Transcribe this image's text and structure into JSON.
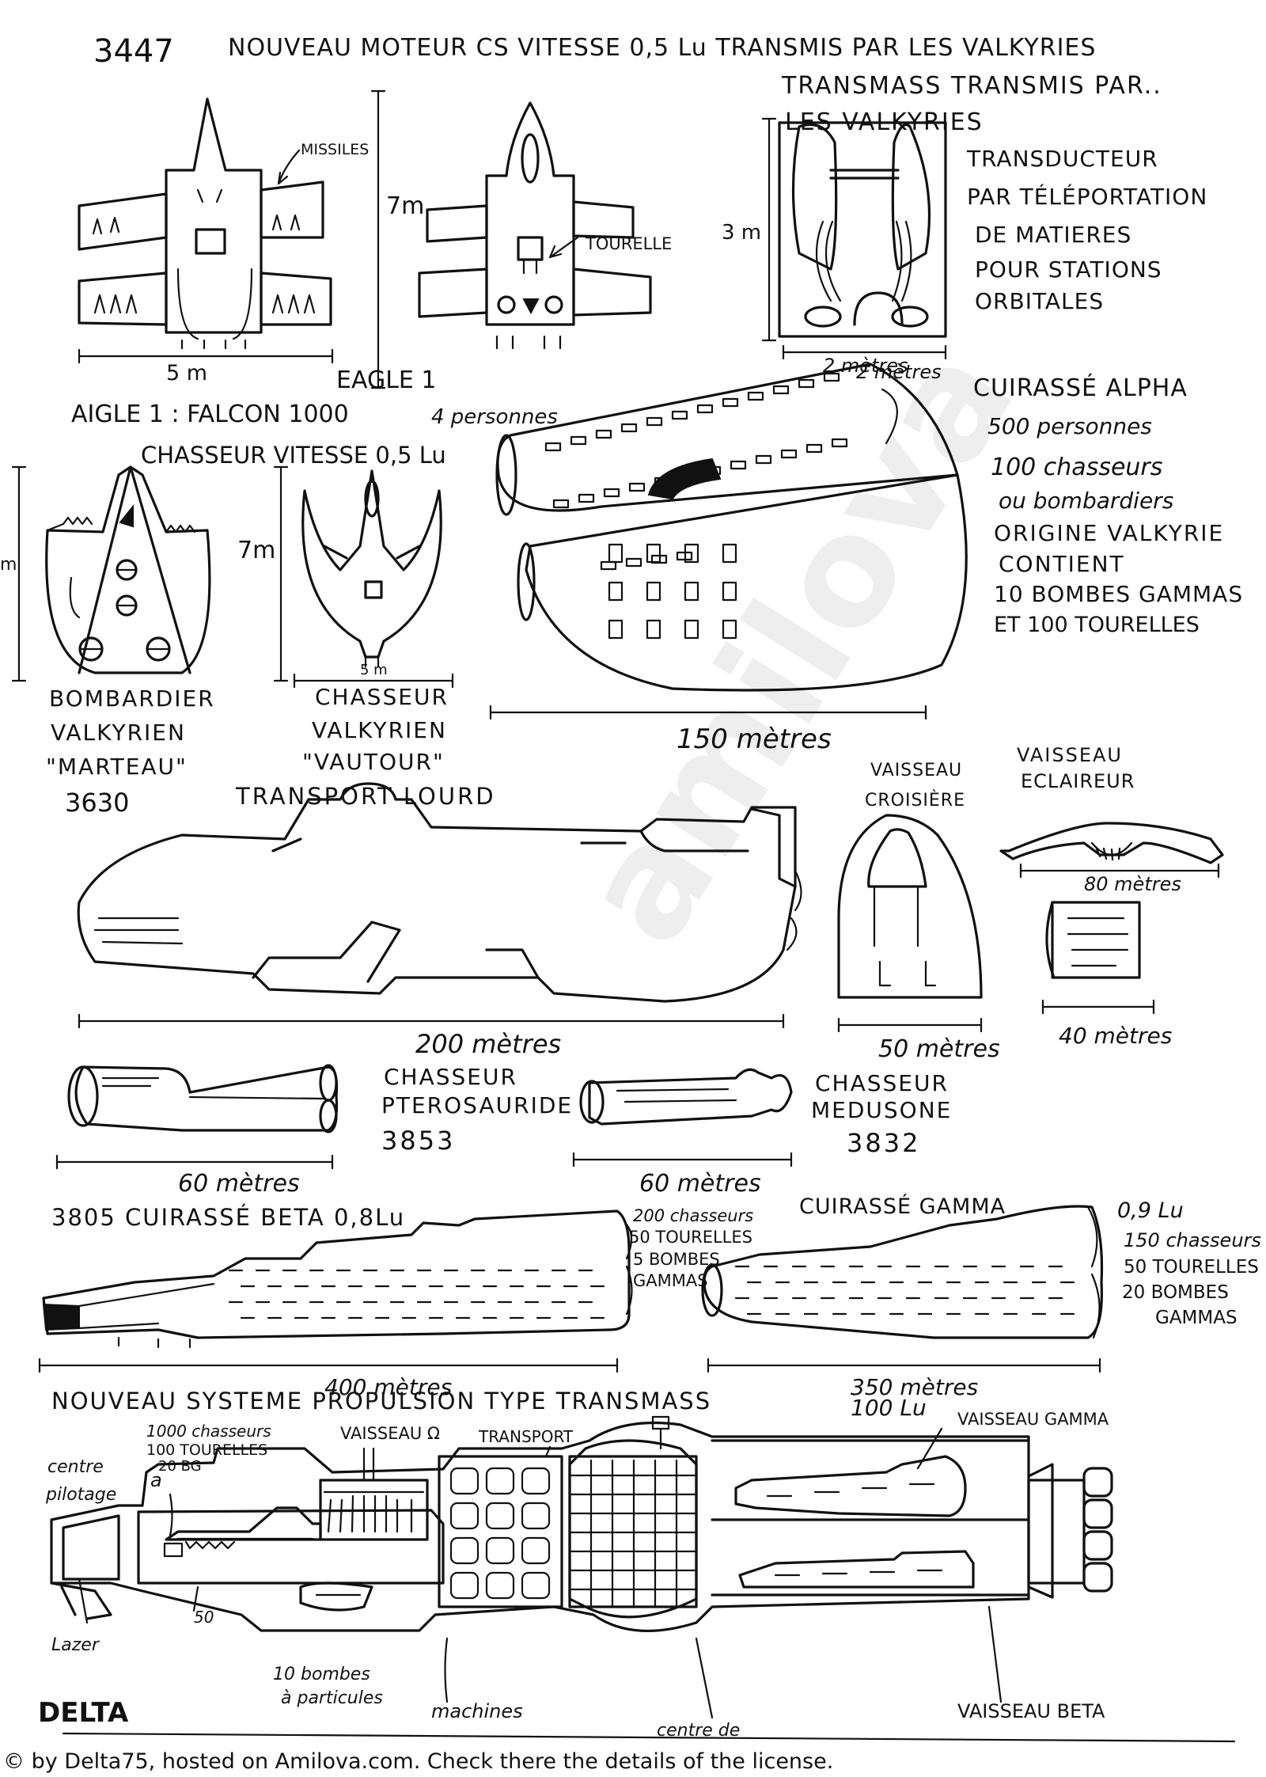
{
  "header": {
    "id": "3447",
    "line1": "NOUVEAU MOTEUR  CS  VITESSE 0,5 Lu TRANSMIS PAR LES VALKYRIES",
    "line2": "TRANSMASS TRANSMIS PAR..",
    "line3": "LES VALKYRIES"
  },
  "eagle": {
    "missiles_label": "MISSILES",
    "tourelle_label": "TOURELLE",
    "width_dim": "5 m",
    "height_dim": "7m",
    "name": "EAGLE 1",
    "aigle": "AIGLE 1 : FALCON 1000",
    "crew": "4 personnes",
    "chasseur_speed": "CHASSEUR  VITESSE 0,5 Lu"
  },
  "transducteur": {
    "height_dim": "3 m",
    "width_dim": "2 mètres",
    "lines": [
      "TRANSDUCTEUR",
      "PAR TÉLÉPORTATION",
      "DE MATIERES",
      "POUR STATIONS",
      "ORBITALES"
    ]
  },
  "bombardier": {
    "height_dim": "m",
    "lines": [
      "BOMBARDIER",
      "VALKYRIEN",
      "\"MARTEAU\""
    ],
    "id": "3630"
  },
  "vautour": {
    "height_dim": "7m",
    "width_dim": "5 m",
    "lines": [
      "CHASSEUR",
      "VALKYRIEN",
      "\"VAUTOUR\""
    ]
  },
  "alpha": {
    "dim": "150 mètres",
    "dim_top": "2 mètres",
    "lines": [
      "CUIRASSÉ ALPHA",
      "500 personnes",
      "100 chasseurs",
      "ou bombardiers",
      "ORIGINE VALKYRIE",
      "CONTIENT",
      "10 BOMBES GAMMAS",
      "ET  100 TOURELLES"
    ]
  },
  "transport": {
    "title": "TRANSPORT  LOURD",
    "dim": "200 mètres"
  },
  "croisiere": {
    "lines": [
      "VAISSEAU",
      "CROISIÈRE"
    ],
    "dim": "50 mètres"
  },
  "eclaireur": {
    "lines": [
      "VAISSEAU",
      "ECLAIREUR"
    ],
    "dim": "80 mètres",
    "dim2": "40 mètres"
  },
  "pterosauride": {
    "lines": [
      "CHASSEUR",
      "PTEROSAURIDE"
    ],
    "id": "3853",
    "dim": "60 mètres"
  },
  "medusone": {
    "lines": [
      "CHASSEUR",
      "MEDUSONE"
    ],
    "id": "3832",
    "dim": "60 mètres"
  },
  "beta": {
    "title": "3805  CUIRASSÉ  BETA  0,8Lu",
    "lines": [
      "200 chasseurs",
      "50 TOURELLES",
      "5 BOMBES",
      "GAMMAS"
    ],
    "dim": "400 mètres"
  },
  "gamma": {
    "title": "CUIRASSÉ GAMMA",
    "lines": [
      "0,9 Lu",
      "150 chasseurs",
      "50 TOURELLES",
      "20 BOMBES",
      "GAMMAS"
    ],
    "dim": "350 mètres",
    "speed": "100 Lu"
  },
  "delta": {
    "title": "NOUVEAU  SYSTEME   PROPULSION TYPE TRANSMASS",
    "cap1": "1000 chasseurs",
    "cap2": "100 TOURELLES",
    "cap3": "20 BG",
    "omega": "VAISSEAU Ω",
    "transport": "TRANSPORT",
    "vg": "VAISSEAU GAMMA",
    "centre": "centre",
    "pilotage": "pilotage",
    "a": "a",
    "so": "50",
    "lazer": "Lazer",
    "bombes1": "10 bombes",
    "bombes2": "à particules",
    "machines": "machines",
    "centre_de": "centre de",
    "vb": "VAISSEAU BETA",
    "name": "DELTA"
  },
  "watermark": "amilova",
  "footer": "© by Delta75, hosted on Amilova.com. Check there the details of the license."
}
